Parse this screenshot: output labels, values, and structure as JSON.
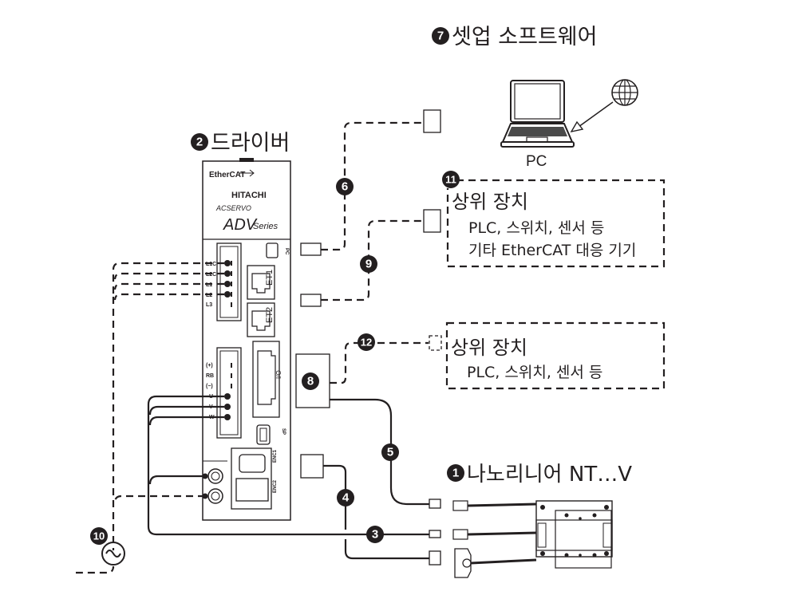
{
  "title": "Nanolinear NT…V system configuration",
  "components": {
    "setup_software": {
      "number": "7",
      "label": "셋업 소프트웨어",
      "pc_label": "PC"
    },
    "driver": {
      "number": "2",
      "label": "드라이버",
      "brand": "HITACHI",
      "network": "EtherCAT",
      "product_line": "ACSERVO",
      "model": "ADV",
      "model_suffix": "Series",
      "ports": {
        "pc": "PC",
        "et1": "ET1",
        "et2": "ET2",
        "io": "I/O",
        "sp": "SP",
        "enc1": "ENC1",
        "enc2": "ENC2"
      },
      "power_terminals": [
        "L1C",
        "L2C",
        "L1",
        "L2",
        "L3"
      ],
      "motor_terminals": [
        "(+)",
        "RB",
        "(−)",
        "U",
        "V",
        "W"
      ]
    },
    "host_device_ethercat": {
      "number": "11",
      "title": "상위 장치",
      "line1": "PLC, 스위치, 센서 등",
      "line2": "기타 EtherCAT 대응 기기"
    },
    "host_device_io": {
      "number": "12",
      "title": "상위 장치",
      "line1": "PLC, 스위치, 센서 등"
    },
    "actuator": {
      "number": "1",
      "label": "나노리니어 NT…V"
    },
    "io_unit": {
      "number": "8"
    },
    "power_supply": {
      "number": "10"
    }
  },
  "cables": [
    {
      "number": "3",
      "type": "motor-power"
    },
    {
      "number": "4",
      "type": "encoder"
    },
    {
      "number": "5",
      "type": "io"
    },
    {
      "number": "6",
      "type": "pc-usb"
    },
    {
      "number": "9",
      "type": "ethercat"
    }
  ]
}
